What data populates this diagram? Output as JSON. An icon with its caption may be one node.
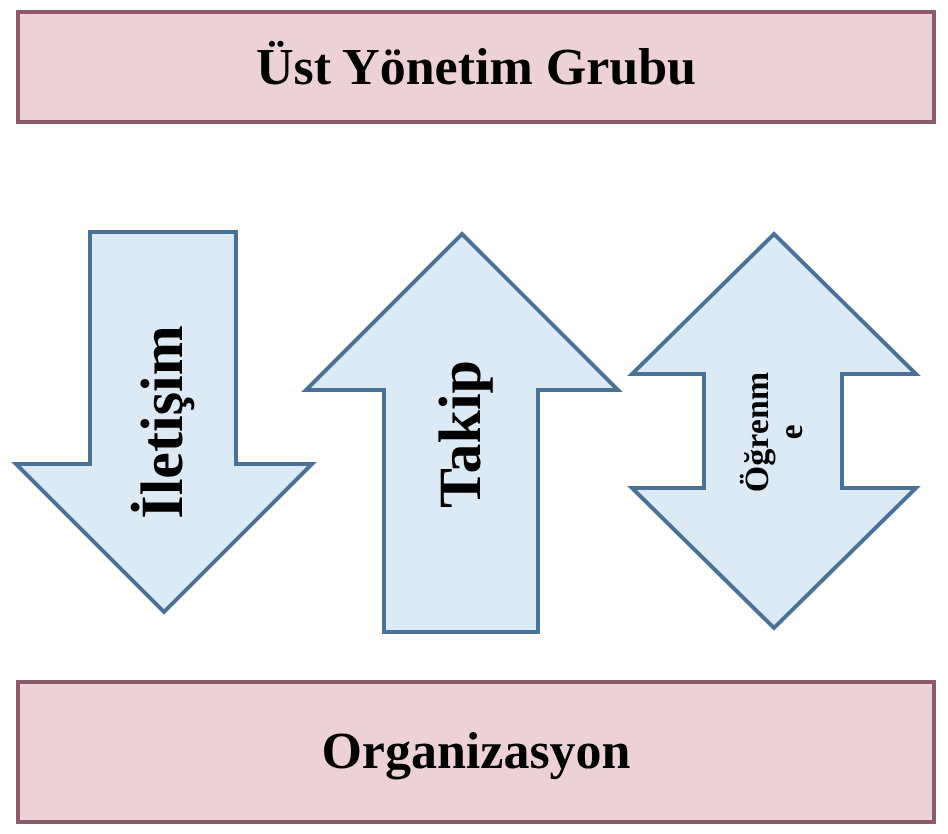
{
  "diagram": {
    "nodes": [
      {
        "text": [
          "Üst Yönetim Grubu"
        ]
      },
      {
        "text": [
          "Organizasyon"
        ]
      }
    ],
    "edges": [
      {
        "from": 0,
        "to": 1,
        "arrow": "to",
        "label": "İletişim",
        "style": "thick"
      },
      {
        "from": 1,
        "to": 0,
        "arrow": "to",
        "label": "Takip",
        "style": "thick"
      },
      {
        "from": 0,
        "to": 1,
        "arrow": "both",
        "label": "Öğrenme",
        "style": "thick"
      }
    ]
  }
}
